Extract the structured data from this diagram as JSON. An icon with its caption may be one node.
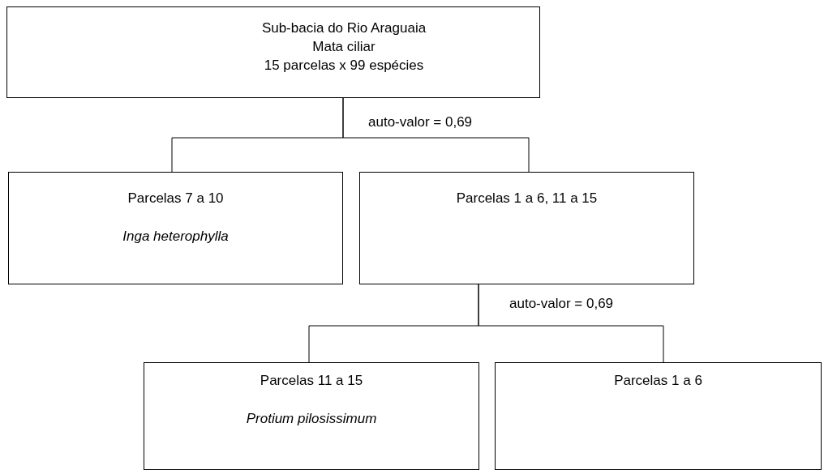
{
  "diagram": {
    "nodes": [
      {
        "text": [
          "Sub-bacia do Rio Araguaia",
          "Mata ciliar",
          "15 parcelas x 99 espécies"
        ]
      },
      {
        "text": [
          "Parcelas 7 a 10",
          "Inga heterophylla"
        ]
      },
      {
        "text": [
          "Parcelas 1 a 6, 11 a 15"
        ]
      },
      {
        "text": [
          "Parcelas 11 a 15",
          "Protium pilosissimum"
        ]
      },
      {
        "text": [
          "Parcelas 1 a 6"
        ]
      }
    ],
    "edges": [
      {
        "from": 0,
        "to": 1,
        "arrow": "none",
        "label": "auto-valor = 0,69"
      },
      {
        "from": 0,
        "to": 2,
        "arrow": "none"
      },
      {
        "from": 2,
        "to": 3,
        "arrow": "none",
        "label": "auto-valor = 0,69"
      },
      {
        "from": 2,
        "to": 4,
        "arrow": "none"
      }
    ]
  }
}
